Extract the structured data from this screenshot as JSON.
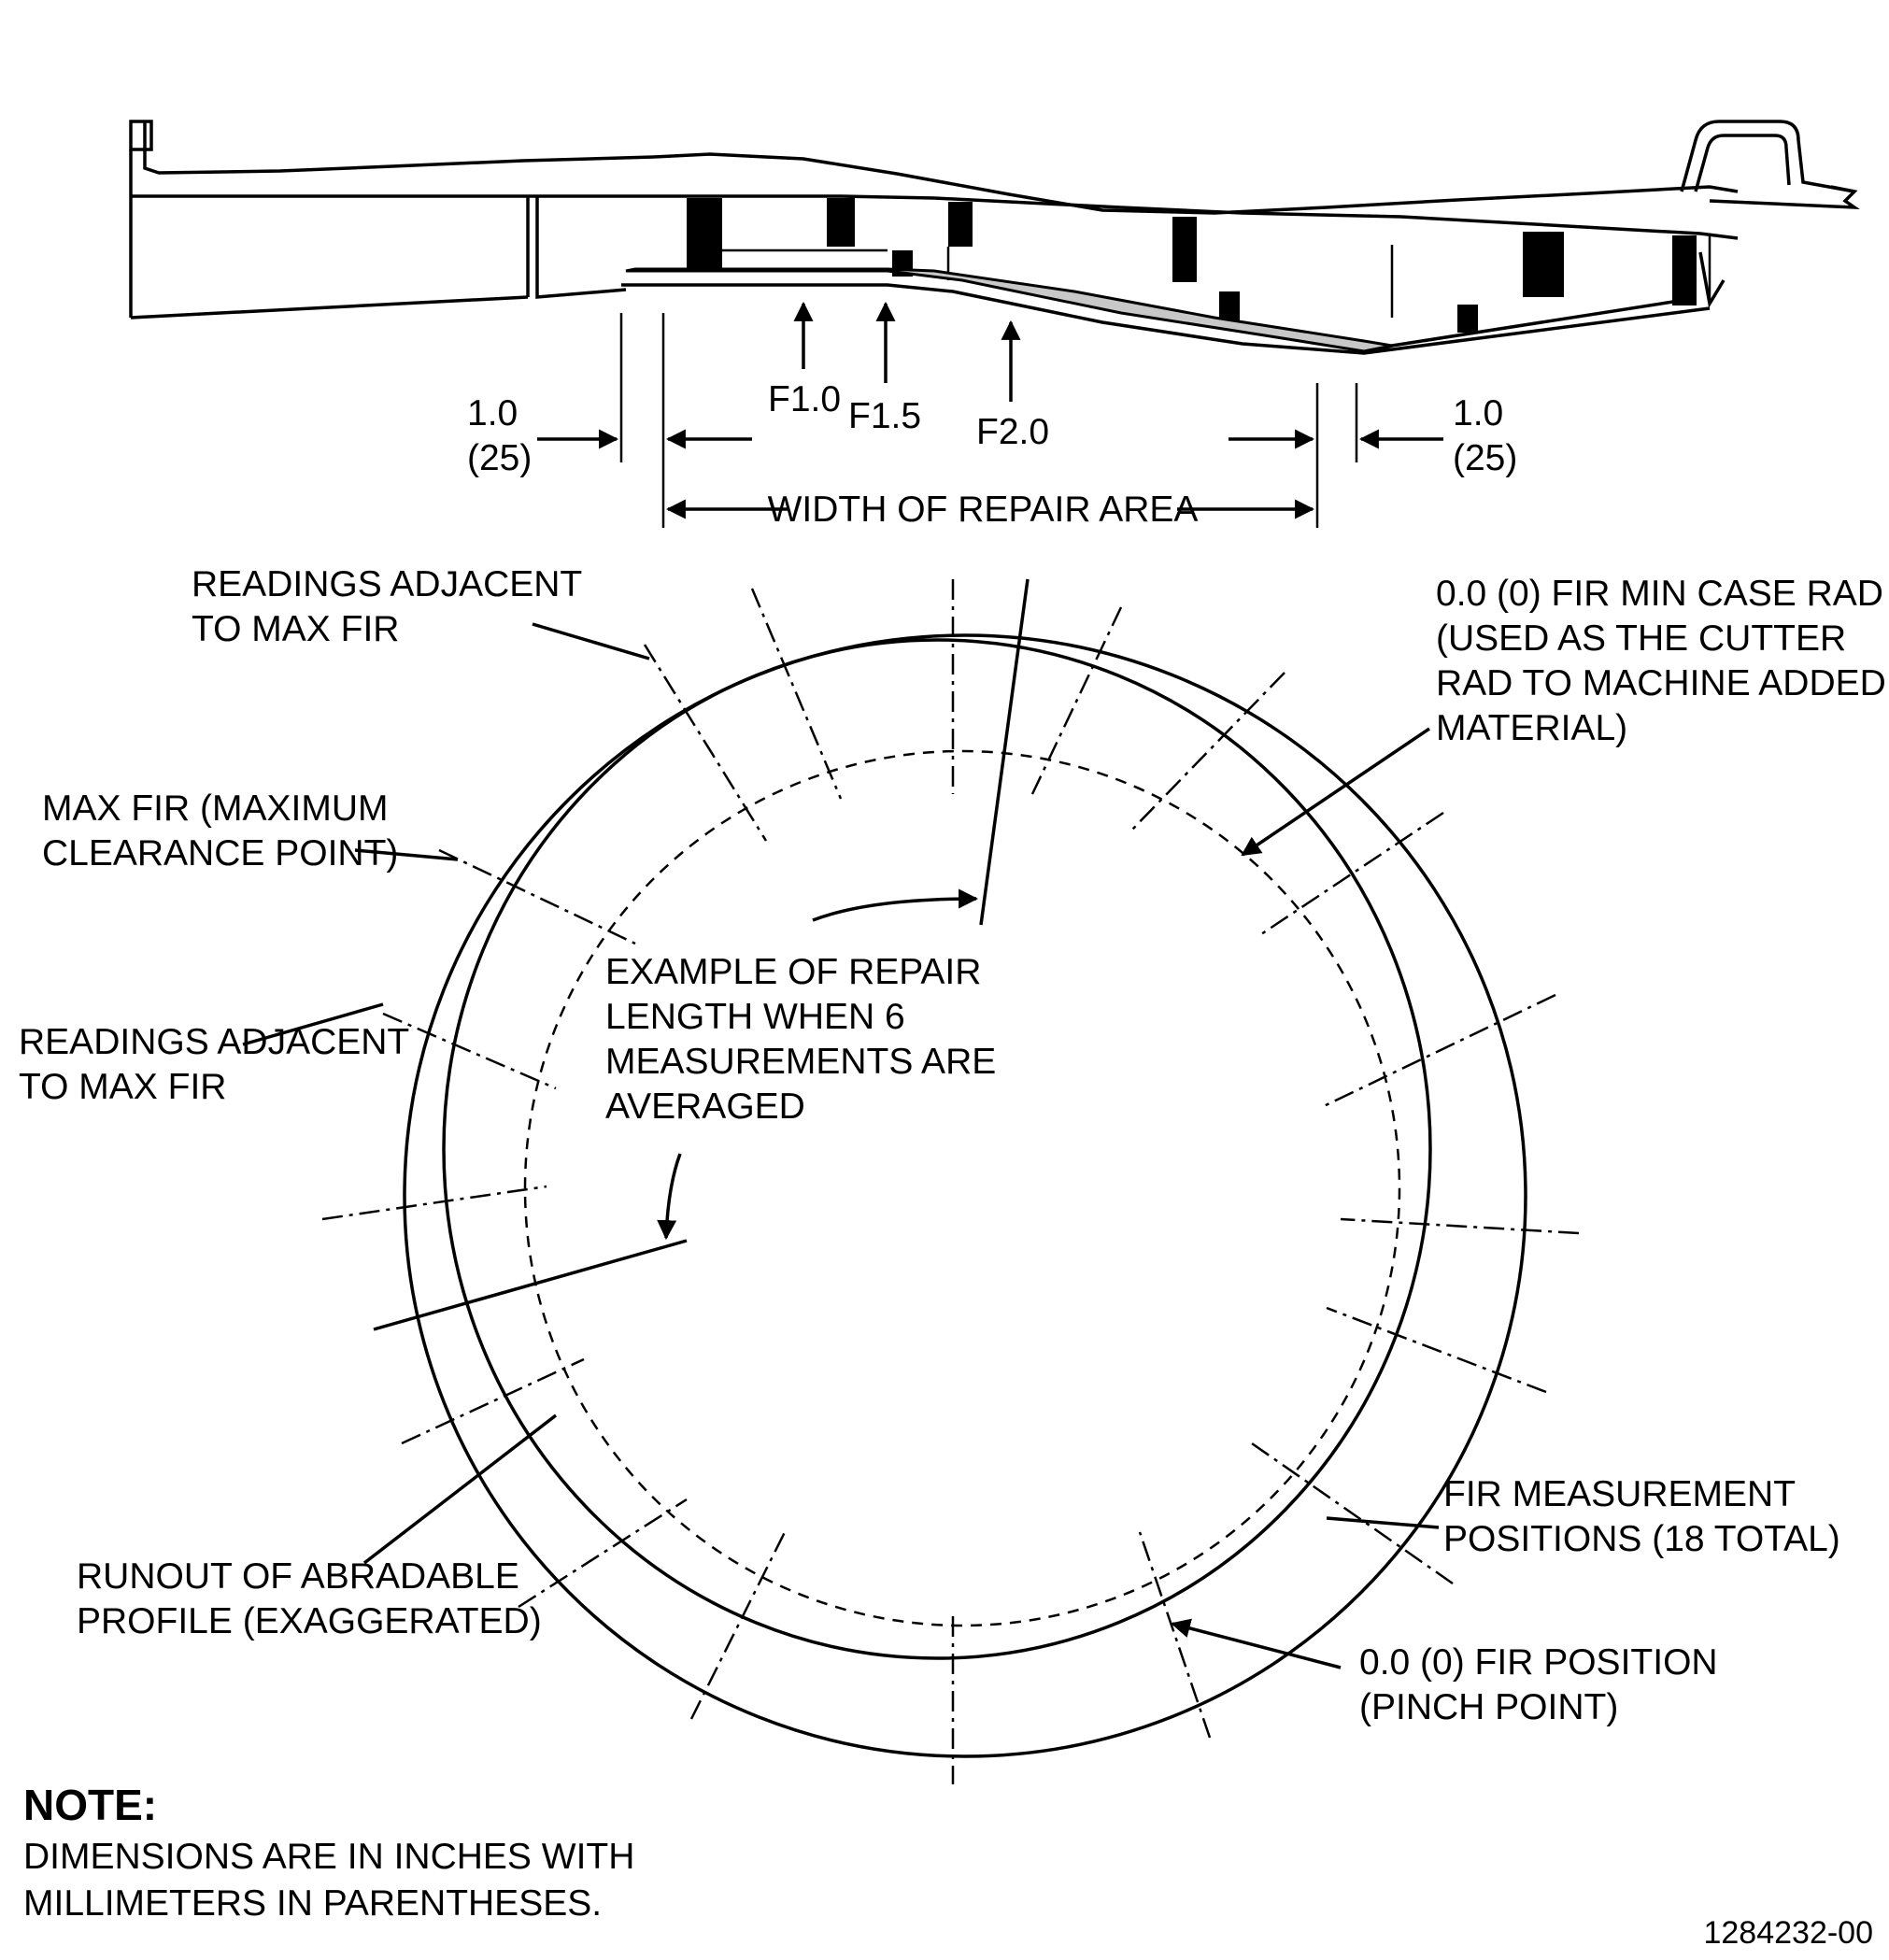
{
  "section_view": {
    "dimensions": {
      "left_offset_value": "1.0",
      "left_offset_mm": "(25)",
      "right_offset_value": "1.0",
      "right_offset_mm": "(25)",
      "width_label": "WIDTH OF REPAIR AREA"
    },
    "positions": [
      "F1.0",
      "F1.5",
      "F2.0"
    ]
  },
  "circle_view": {
    "readings_adjacent_top": [
      "READINGS ADJACENT",
      "TO MAX FIR"
    ],
    "max_fir": [
      "MAX FIR (MAXIMUM",
      "CLEARANCE POINT)"
    ],
    "readings_adjacent_left": [
      "READINGS ADJACENT",
      "TO MAX FIR"
    ],
    "repair_length_example": [
      "EXAMPLE OF REPAIR",
      "LENGTH WHEN 6",
      "MEASUREMENTS ARE",
      "AVERAGED"
    ],
    "min_case_rad": [
      "0.0 (0) FIR MIN CASE RAD",
      "(USED AS THE CUTTER",
      "RAD TO MACHINE ADDED",
      "MATERIAL)"
    ],
    "fir_positions": [
      "FIR MEASUREMENT",
      "POSITIONS (18 TOTAL)"
    ],
    "pinch_point": [
      "0.0 (0) FIR POSITION",
      "(PINCH POINT)"
    ],
    "runout": [
      "RUNOUT OF ABRADABLE",
      "PROFILE (EXAGGERATED)"
    ]
  },
  "note": {
    "title": "NOTE:",
    "lines": [
      "DIMENSIONS ARE IN INCHES WITH",
      "MILLIMETERS IN PARENTHESES."
    ]
  },
  "figure_id": "1284232-00"
}
